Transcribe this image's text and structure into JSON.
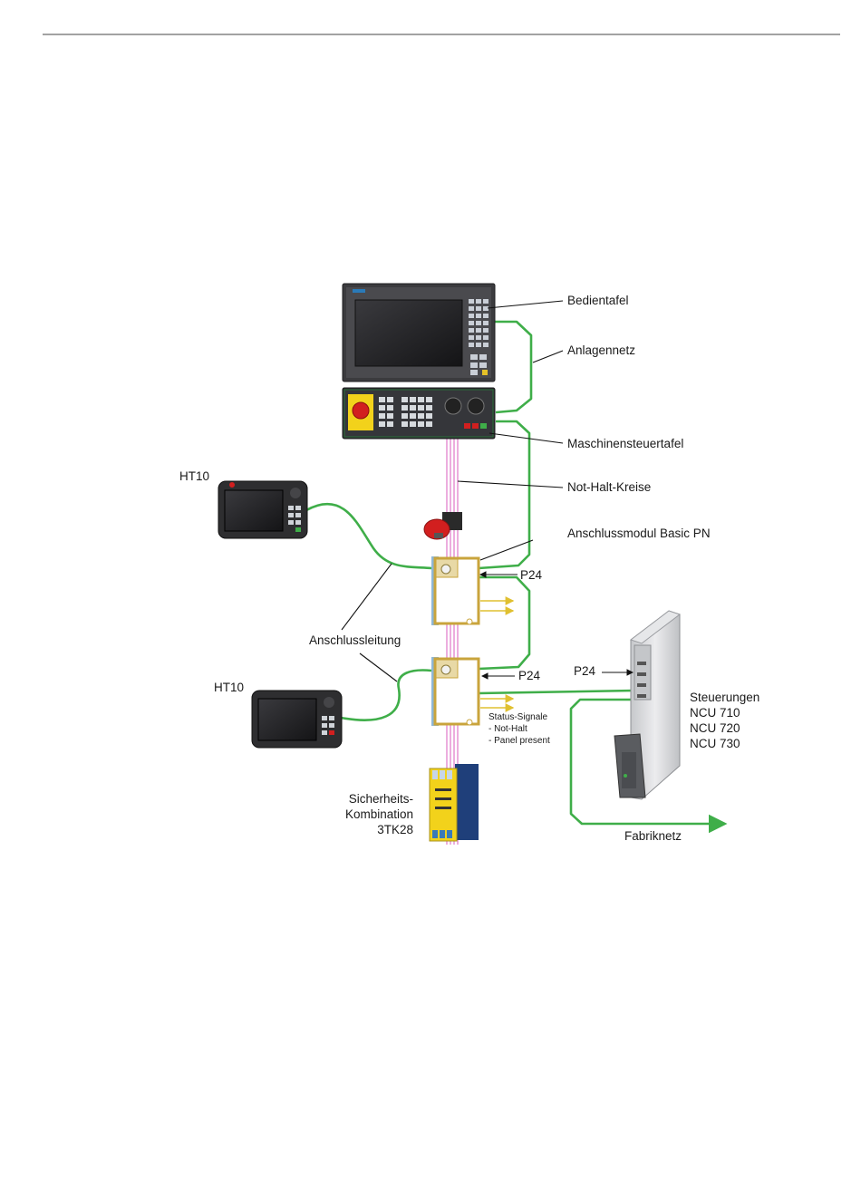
{
  "labels": {
    "bedientafel": "Bedientafel",
    "anlagennetz": "Anlagennetz",
    "maschinensteuertafel": "Maschinensteuertafel",
    "not_halt_kreise": "Not-Halt-Kreise",
    "anschlussmodul": "Anschlussmodul Basic PN",
    "p24_upper": "P24",
    "p24_lower": "P24",
    "p24_ncu": "P24",
    "ht10_upper": "HT10",
    "ht10_lower": "HT10",
    "anschlussleitung": "Anschlussleitung",
    "status_signals": [
      "Status-Signale",
      "- Not-Halt",
      "- Panel present"
    ],
    "steuerungen": [
      "Steuerungen",
      "NCU 710",
      "NCU 720",
      "NCU 730"
    ],
    "sicherheits": [
      "Sicherheits-",
      "Kombination",
      "3TK28"
    ],
    "fabriknetz": "Fabriknetz"
  },
  "colors": {
    "network_line": "#3fae49",
    "emergency_line": "#e38ad0",
    "signal_arrow": "#e0c030",
    "module_border": "#c9a43c",
    "module_side": "#8fb7d6",
    "estop_red": "#d21f1f",
    "relay_yellow": "#f2d21b",
    "relay_blue": "#1f3f7a",
    "panel_dark": "#2e2e30",
    "screen": "#1c1c1e",
    "ncu_body": "#d9dadc"
  }
}
